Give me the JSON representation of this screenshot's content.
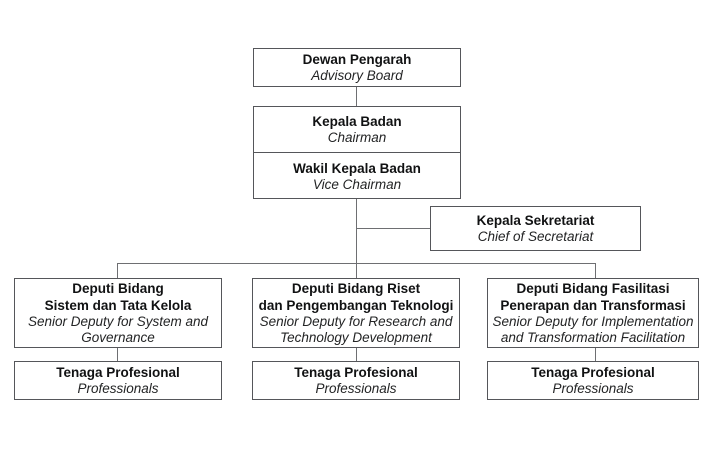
{
  "style": {
    "background": "#ffffff",
    "box_border_color": "#55565a",
    "connector_color": "#6e6f72",
    "title_color": "#111213",
    "subtitle_color": "#232425"
  },
  "nodes": {
    "advisory_board": {
      "title": "Dewan Pengarah",
      "subtitle": "Advisory Board"
    },
    "chairman": {
      "title": "Kepala Badan",
      "subtitle": "Chairman"
    },
    "vice_chairman": {
      "title": "Wakil Kepala Badan",
      "subtitle": "Vice Chairman"
    },
    "secretariat": {
      "title": "Kepala Sekretariat",
      "subtitle": "Chief of Secretariat"
    },
    "deputy_system_governance": {
      "title": "Deputi Bidang\nSistem dan Tata Kelola",
      "subtitle": "Senior Deputy for System and\nGovernance"
    },
    "deputy_research_technology": {
      "title": "Deputi Bidang Riset\ndan Pengembangan Teknologi",
      "subtitle": "Senior Deputy for Research and\nTechnology Development"
    },
    "deputy_implementation_transformation": {
      "title": "Deputi Bidang Fasilitasi\nPenerapan dan Transformasi",
      "subtitle": "Senior Deputy for Implementation\nand Transformation Facilitation"
    },
    "professionals_system": {
      "title": "Tenaga Profesional",
      "subtitle": "Professionals"
    },
    "professionals_research": {
      "title": "Tenaga Profesional",
      "subtitle": "Professionals"
    },
    "professionals_implementation": {
      "title": "Tenaga Profesional",
      "subtitle": "Professionals"
    }
  }
}
